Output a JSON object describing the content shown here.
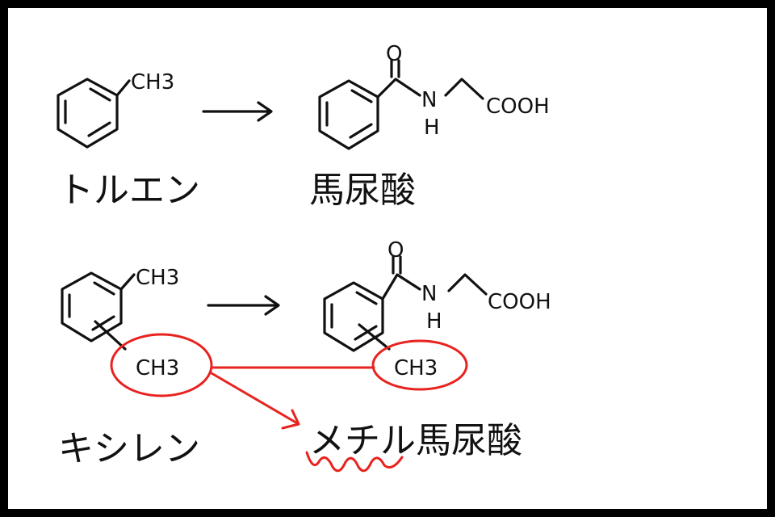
{
  "reaction1": {
    "reactant_substituent": "CH3",
    "reactant_name": "トルエン",
    "product_oxygen": "O",
    "product_nitrogen": "N",
    "product_hydrogen": "H",
    "product_acid": "COOH",
    "product_name": "馬尿酸"
  },
  "reaction2": {
    "reactant_substituent": "CH3",
    "reactant_extra_substituent": "CH3",
    "reactant_name": "キシレン",
    "product_oxygen": "O",
    "product_nitrogen": "N",
    "product_hydrogen": "H",
    "product_acid": "COOH",
    "product_extra_substituent": "CH3",
    "product_name_prefix": "メチル",
    "product_name_suffix": "馬尿酸"
  },
  "colors": {
    "ink": "#111111",
    "highlight": "#e8231f",
    "border": "#000000",
    "paper": "#ffffff"
  }
}
